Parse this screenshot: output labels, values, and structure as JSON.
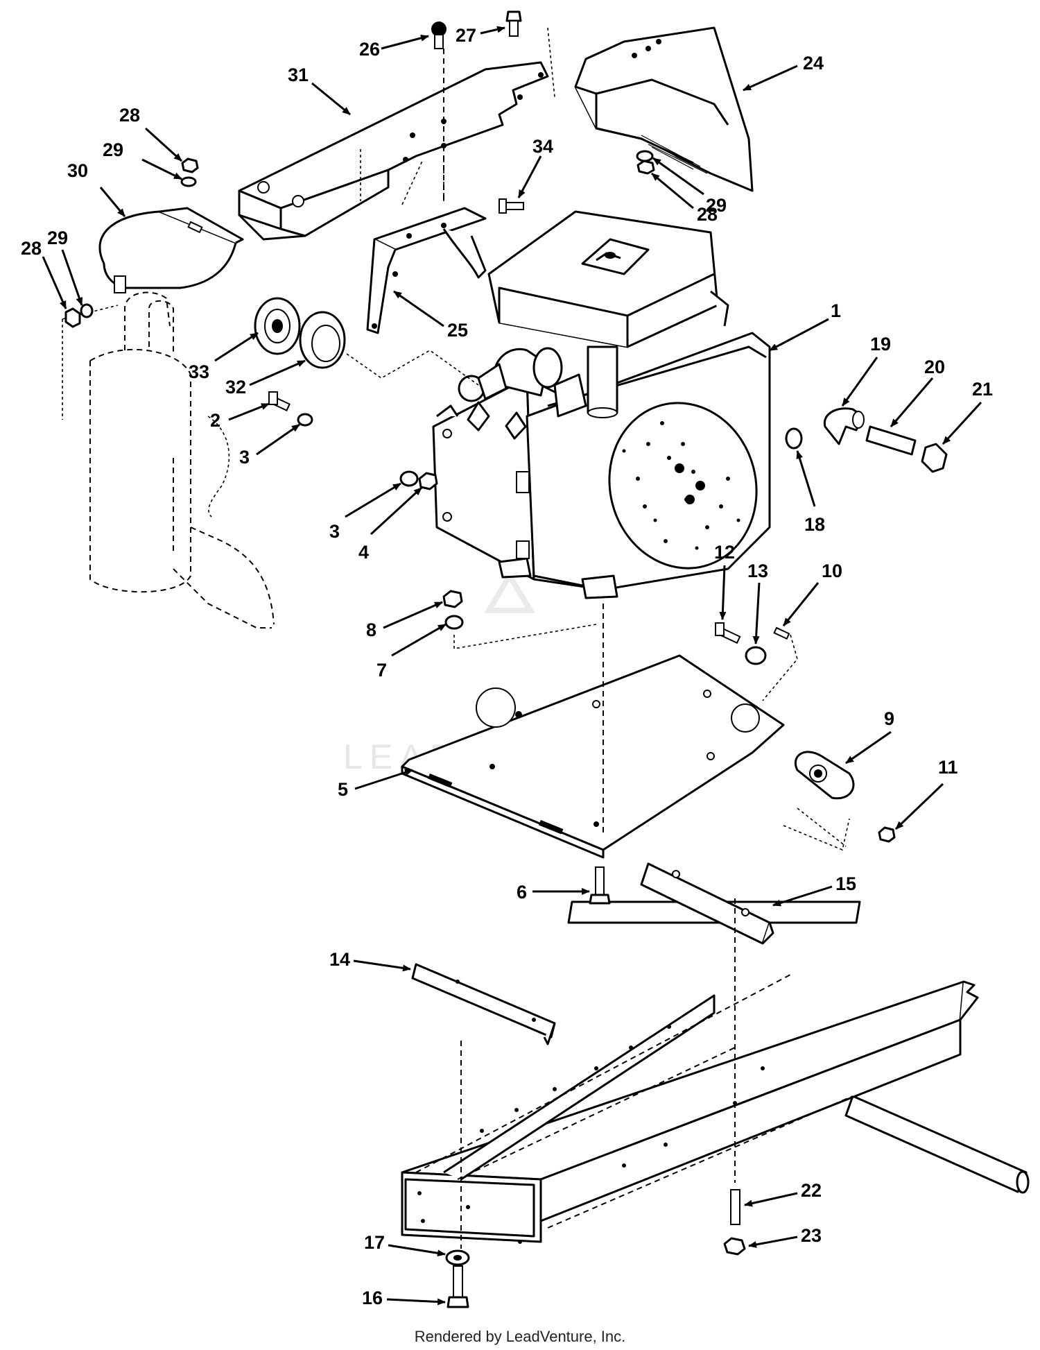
{
  "diagram": {
    "callouts": [
      {
        "id": "p1",
        "label": "1"
      },
      {
        "id": "p2",
        "label": "2"
      },
      {
        "id": "p3a",
        "label": "3"
      },
      {
        "id": "p3b",
        "label": "3"
      },
      {
        "id": "p4",
        "label": "4"
      },
      {
        "id": "p5",
        "label": "5"
      },
      {
        "id": "p6",
        "label": "6"
      },
      {
        "id": "p7",
        "label": "7"
      },
      {
        "id": "p8",
        "label": "8"
      },
      {
        "id": "p9",
        "label": "9"
      },
      {
        "id": "p10",
        "label": "10"
      },
      {
        "id": "p11",
        "label": "11"
      },
      {
        "id": "p12",
        "label": "12"
      },
      {
        "id": "p13",
        "label": "13"
      },
      {
        "id": "p14",
        "label": "14"
      },
      {
        "id": "p15",
        "label": "15"
      },
      {
        "id": "p16",
        "label": "16"
      },
      {
        "id": "p17",
        "label": "17"
      },
      {
        "id": "p18",
        "label": "18"
      },
      {
        "id": "p19",
        "label": "19"
      },
      {
        "id": "p20",
        "label": "20"
      },
      {
        "id": "p21",
        "label": "21"
      },
      {
        "id": "p22",
        "label": "22"
      },
      {
        "id": "p23",
        "label": "23"
      },
      {
        "id": "p24",
        "label": "24"
      },
      {
        "id": "p25",
        "label": "25"
      },
      {
        "id": "p26",
        "label": "26"
      },
      {
        "id": "p27",
        "label": "27"
      },
      {
        "id": "p28a",
        "label": "28"
      },
      {
        "id": "p28b",
        "label": "28"
      },
      {
        "id": "p28c",
        "label": "28"
      },
      {
        "id": "p29a",
        "label": "29"
      },
      {
        "id": "p29b",
        "label": "29"
      },
      {
        "id": "p29c",
        "label": "29"
      },
      {
        "id": "p30",
        "label": "30"
      },
      {
        "id": "p31",
        "label": "31"
      },
      {
        "id": "p32",
        "label": "32"
      },
      {
        "id": "p33",
        "label": "33"
      },
      {
        "id": "p34",
        "label": "34"
      }
    ],
    "watermark": "LEADVENTURE"
  },
  "footer": {
    "credit": "Rendered by LeadVenture, Inc."
  }
}
